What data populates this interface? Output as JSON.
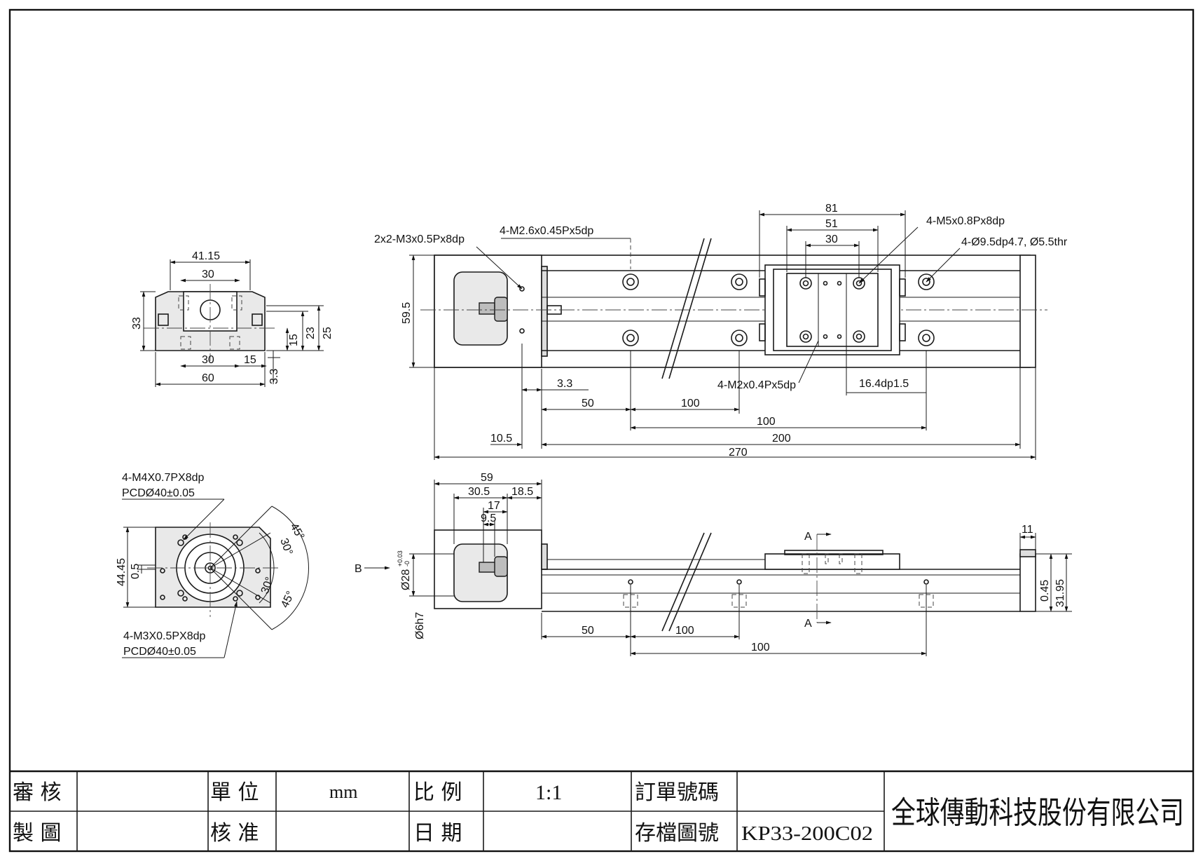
{
  "views": {
    "end_view": {
      "dims": [
        "41.15",
        "30",
        "33",
        "15",
        "23",
        "25",
        "30",
        "15",
        "3.3",
        "60"
      ]
    },
    "top_view": {
      "dims": [
        "81",
        "51",
        "30",
        "59.5",
        "3.3",
        "50",
        "100",
        "100",
        "10.5",
        "200",
        "270",
        "16.4dp1.5"
      ],
      "notes": [
        "2x2-M3x0.5Px8dp",
        "4-M2.6x0.45Px5dp",
        "4-M5x0.8Px8dp",
        "4-Ø9.5dp4.7, Ø5.5thr",
        "4-M2x0.4Px5dp"
      ]
    },
    "motor_flange_view": {
      "dims": [
        "44.45",
        "0.5",
        "45°",
        "30°",
        "30°",
        "45°"
      ],
      "notes": [
        "4-M4X0.7PX8dp",
        "PCDØ40±0.05",
        "4-M3X0.5PX8dp",
        "PCDØ40±0.05"
      ]
    },
    "side_view": {
      "dims": [
        "59",
        "30.5",
        "18.5",
        "17",
        "9.5",
        "11",
        "0.45",
        "31.95",
        "50",
        "100",
        "100"
      ],
      "shaft_dia": "Ø28",
      "tol_upper": "+0.03",
      "tol_lower": "-0",
      "shaft_fit": "Ø6h7",
      "section_marks": [
        "A",
        "A"
      ],
      "view_mark": "B"
    }
  },
  "title_block": {
    "reviewed_label": "審 核",
    "unit_label": "單 位",
    "unit_value": "mm",
    "scale_label": "比 例",
    "scale_value": "1:1",
    "order_no_label": "訂單號碼",
    "order_no_value": "",
    "drawn_label": "製 圖",
    "approved_label": "核 准",
    "date_label": "日 期",
    "file_no_label": "存檔圖號",
    "file_no_value": "KP33-200C02",
    "company": "全球傳動科技股份有限公司"
  }
}
